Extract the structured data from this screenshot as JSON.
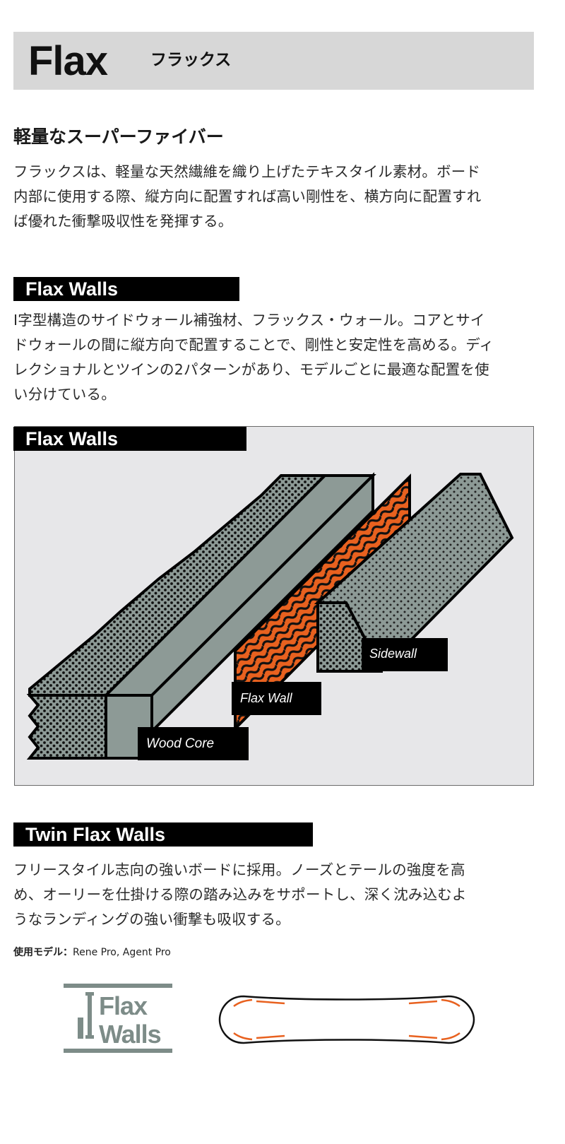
{
  "header": {
    "title": "Flax",
    "subtitle": "フラックス"
  },
  "intro": {
    "heading": "軽量なスーパーファイバー",
    "lines": [
      "フラックスは、軽量な天然繊維を織り上げたテキスタイル素材。ボード",
      "内部に使用する際、縦方向に配置すれば高い剛性を、横方向に配置すれ",
      "ば優れた衝撃吸収性を発揮する。"
    ]
  },
  "flax_walls": {
    "heading": "Flax Walls",
    "lines": [
      "I字型構造のサイドウォール補強材、フラックス・ウォール。コアとサイ",
      "ドウォールの間に縦方向で配置することで、剛性と安定性を高める。ディ",
      "レクショナルとツインの2パターンがあり、モデルごとに最適な配置を使",
      "い分けている。"
    ]
  },
  "diagram": {
    "heading": "Flax Walls",
    "labels": {
      "wood_core": "Wood Core",
      "flax_wall": "Flax Wall",
      "sidewall": "Sidewall"
    },
    "colors": {
      "core_fill": "#8d9a96",
      "flax_orange": "#e8611f",
      "background": "#e7e7e9",
      "outline": "#000000"
    }
  },
  "twin": {
    "heading": "Twin Flax Walls",
    "lines": [
      "フリースタイル志向の強いボードに採用。ノーズとテールの強度を高",
      "め、オーリーを仕掛ける際の踏み込みをサポートし、深く沈み込むよ",
      "うなランディングの強い衝撃も吸収する。"
    ],
    "models_label": "使用モデル：",
    "models_value": "Rene Pro, Agent Pro"
  },
  "logo": {
    "line1": "Flax",
    "line2": "Walls",
    "color": "#7d8c88"
  },
  "board": {
    "icon": "snowboard-topview-icon",
    "accent": "#e8611f"
  }
}
